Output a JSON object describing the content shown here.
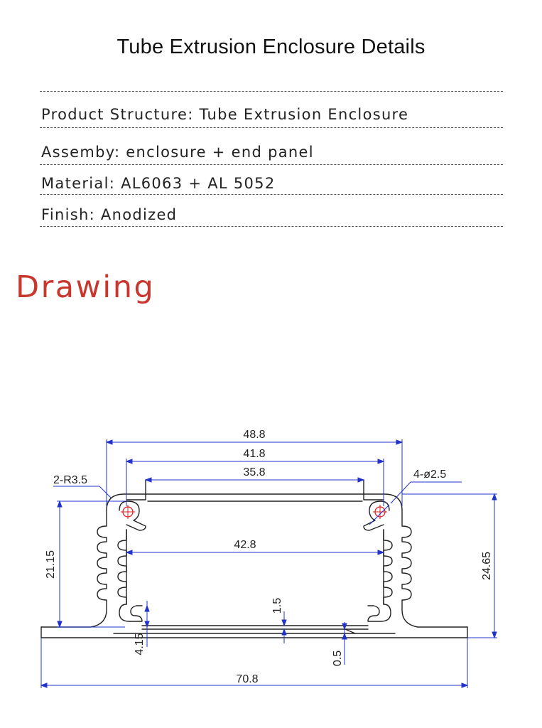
{
  "title": "Tube Extrusion Enclosure Details",
  "specs": [
    "Product Structure: Tube Extrusion Enclosure",
    "Assemby:  enclosure + end panel",
    "Material: AL6063 + AL 5052",
    "Finish: Anodized"
  ],
  "section_heading": "Drawing",
  "dimensions": {
    "overall_width": "48.8",
    "inner_width": "41.8",
    "top_width": "35.8",
    "cavity_width": "42.8",
    "corner_radius": "2-R3.5",
    "holes": "4-ø2.5",
    "left_height": "21.15",
    "right_height": "24.65",
    "slot_depth": "1.5",
    "base_thickness": "4.15",
    "plate_thickness": "0.5",
    "base_width": "70.8"
  },
  "colors": {
    "heading": "#c8372d",
    "dimension_line": "#2233cc",
    "hole_center": "#e02020",
    "outline": "#222222"
  }
}
